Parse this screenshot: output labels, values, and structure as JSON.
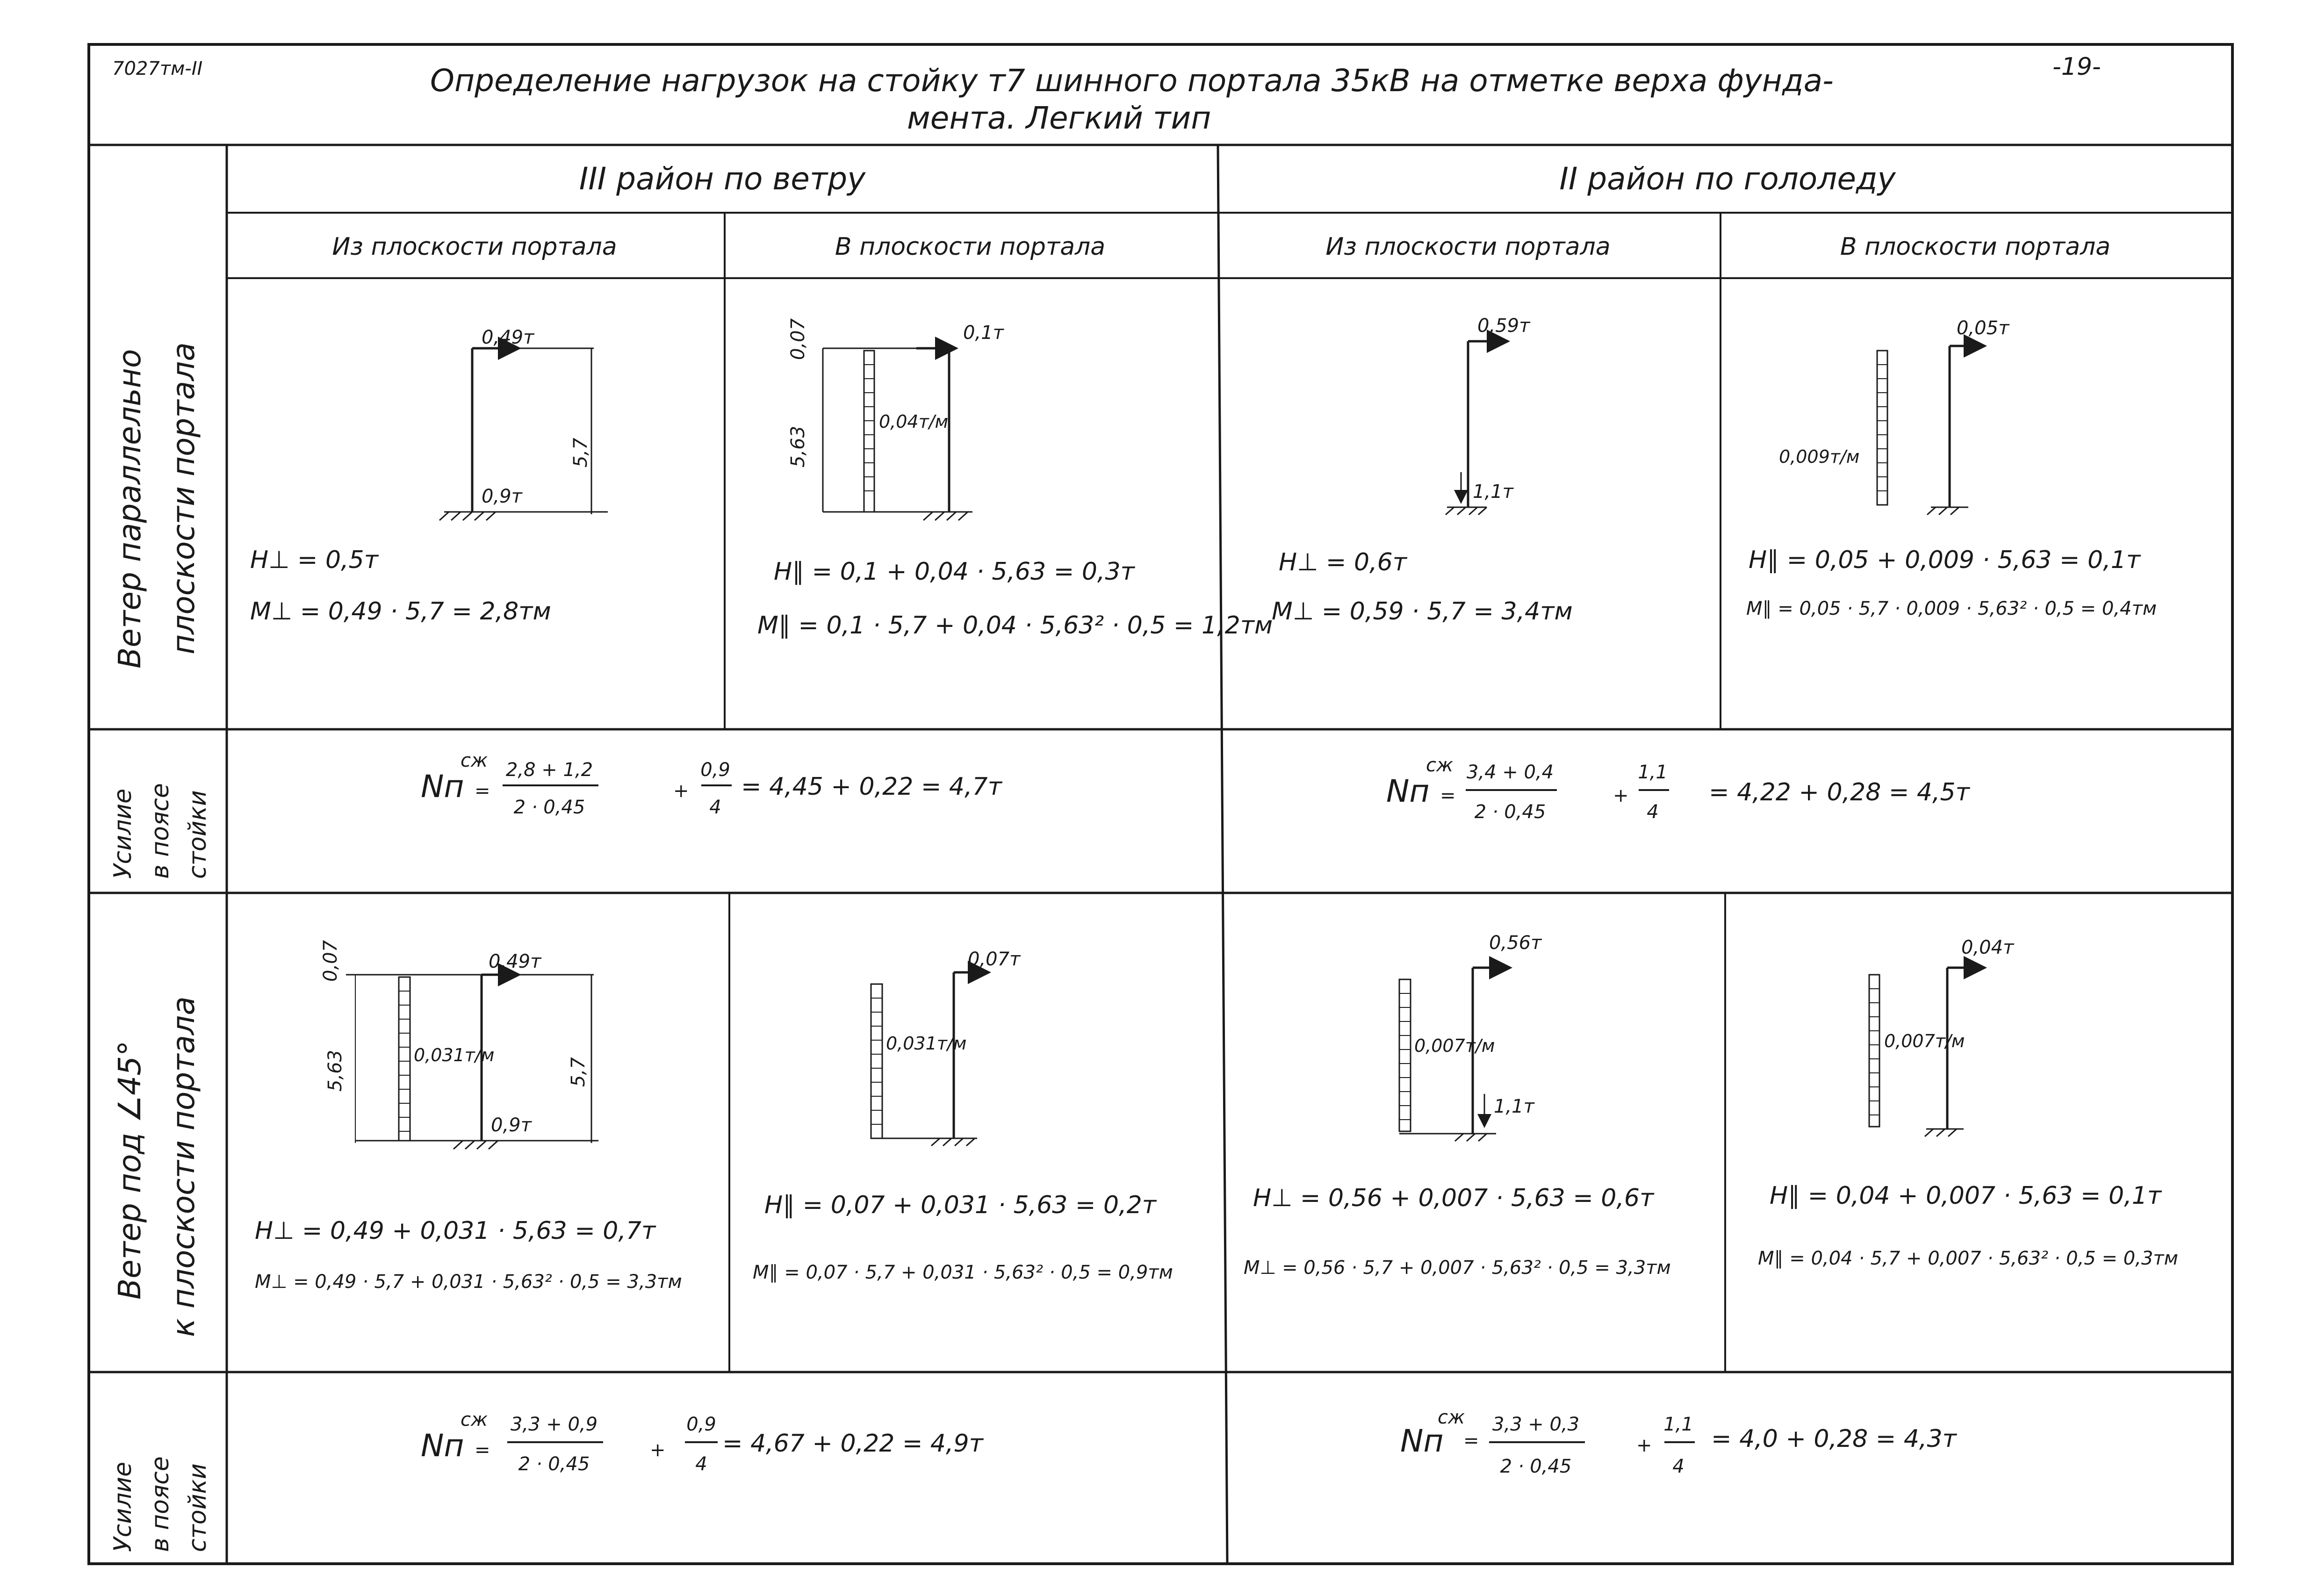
{
  "header": {
    "doc_code": "7027тм-II",
    "page_number": "-19-",
    "title_line1": "Определение   нагрузок на  стойку т7 шинного   портала  35кВ на отметке верха фунда-",
    "title_line2": "мента.   Легкий тип"
  },
  "columns": {
    "wind_region": "III район по ветру",
    "ice_region": "II район по гололеду",
    "out_of_plane": "Из плоскости портала",
    "in_plane": "В плоскости портала",
    "out_of_plane_2": "Из плоскости портала",
    "in_plane_2": "В плоскости портала"
  },
  "rows": {
    "row1_label_a": "Ветер параллельно",
    "row1_label_b": "плоскости портала",
    "row2_label_a": "Усилие",
    "row2_label_b": "в поясе",
    "row2_label_c": "стойки",
    "row3_label_a": "Ветер под ∠45°",
    "row3_label_b": "к плоскости портала",
    "row4_label_a": "Усилие",
    "row4_label_b": "в поясе",
    "row4_label_c": "стойки"
  },
  "cells": {
    "r1c1": {
      "top_load": "0,49т",
      "vertical_load": "0,9т",
      "height": "5,7",
      "eq1": "H⊥ = 0,5т",
      "eq2": "M⊥ = 0,49 · 5,7 = 2,8тм"
    },
    "r1c2": {
      "top_load": "0,1т",
      "top_height": "0,07",
      "height": "5,63",
      "dist_load": "0,04т/м",
      "eq1": "H∥ = 0,1 + 0,04 · 5,63 = 0,3т",
      "eq2": "M∥ = 0,1 · 5,7 + 0,04 · 5,63² · 0,5 = 1,2тм"
    },
    "r1c3": {
      "top_load": "0,59т",
      "vertical_load": "1,1т",
      "eq1": "H⊥ = 0,6т",
      "eq2": "M⊥ = 0,59 · 5,7 = 3,4тм"
    },
    "r1c4": {
      "top_load": "0,05т",
      "dist_load": "0,009т/м",
      "eq1": "H∥ = 0,05 + 0,009 · 5,63 = 0,1т",
      "eq2": "M∥ = 0,05 · 5,7 · 0,009 · 5,63² · 0,5 = 0,4тм"
    },
    "r2_left": {
      "lhs": "Nп",
      "sup": "сж",
      "num1": "2,8 + 1,2",
      "den1": "2 · 0,45",
      "num2": "0,9",
      "den2": "4",
      "rest": "= 4,45 + 0,22 = 4,7т"
    },
    "r2_right": {
      "lhs": "Nп",
      "sup": "сж",
      "num1": "3,4 + 0,4",
      "den1": "2 · 0,45",
      "num2": "1,1",
      "den2": "4",
      "rest": "= 4,22 + 0,28 = 4,5т"
    },
    "r3c1": {
      "top_load": "0,49т",
      "top_height": "0,07",
      "height_left": "5,63",
      "height_right": "5,7",
      "dist_load": "0,031т/м",
      "vertical_load": "0,9т",
      "eq1": "H⊥ = 0,49 + 0,031 · 5,63 = 0,7т",
      "eq2": "M⊥ = 0,49 · 5,7 + 0,031 · 5,63² · 0,5 = 3,3тм"
    },
    "r3c2": {
      "top_load": "0,07т",
      "dist_load": "0,031т/м",
      "eq1": "H∥ = 0,07 + 0,031 · 5,63 = 0,2т",
      "eq2": "M∥ = 0,07 · 5,7 + 0,031 · 5,63² · 0,5 = 0,9тм"
    },
    "r3c3": {
      "top_load": "0,56т",
      "dist_load": "0,007т/м",
      "vertical_load": "1,1т",
      "eq1": "H⊥ = 0,56 + 0,007 · 5,63 = 0,6т",
      "eq2": "M⊥ = 0,56 · 5,7 + 0,007 · 5,63² · 0,5 = 3,3тм"
    },
    "r3c4": {
      "top_load": "0,04т",
      "dist_load": "0,007т/м",
      "eq1": "H∥ = 0,04 + 0,007 · 5,63 = 0,1т",
      "eq2": "M∥ = 0,04 · 5,7 + 0,007 · 5,63² · 0,5 = 0,3тм"
    },
    "r4_left": {
      "lhs": "Nп",
      "sup": "сж",
      "num1": "3,3 + 0,9",
      "den1": "2 · 0,45",
      "num2": "0,9",
      "den2": "4",
      "rest": "= 4,67 + 0,22 = 4,9т"
    },
    "r4_right": {
      "lhs": "Nп",
      "sup": "сж",
      "num1": "3,3 + 0,3",
      "den1": "2 · 0,45",
      "num2": "1,1",
      "den2": "4",
      "rest": "= 4,0 + 0,28 = 4,3т"
    }
  },
  "colors": {
    "ink": "#1a1a1a",
    "paper": "#ffffff"
  }
}
